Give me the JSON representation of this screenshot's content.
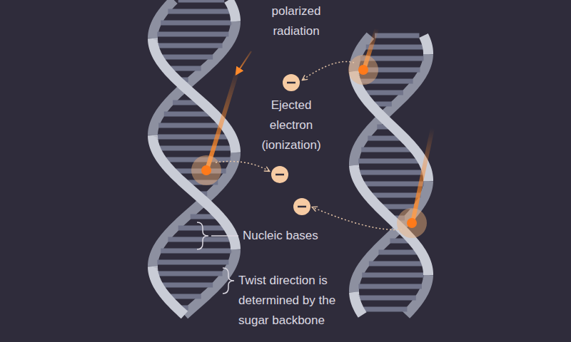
{
  "diagram": {
    "labels": [
      "polarized radiation",
      "Ejected electron (ionization)",
      "Nucleic bases",
      "Twist direction is determined by the sugar backbone"
    ]
  }
}
